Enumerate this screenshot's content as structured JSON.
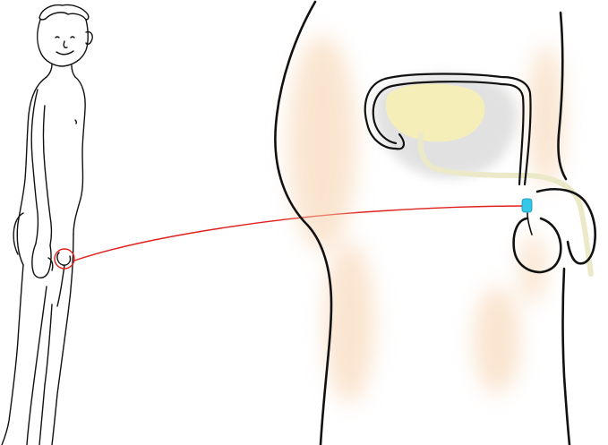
{
  "colors": {
    "background": "#ffffff",
    "outline": "#111111",
    "connector": "#e0201c",
    "highlight_marker": "#33c8e8",
    "skin_tint": "#f6cfa8",
    "bladder_fill": "#f7efb4",
    "shadow": "#d8d8d8",
    "tube": "#ece9c8"
  },
  "icons": {
    "figure": "standing-person",
    "cutaway": "pelvic-cross-section",
    "marker": "small-blue-marker"
  }
}
